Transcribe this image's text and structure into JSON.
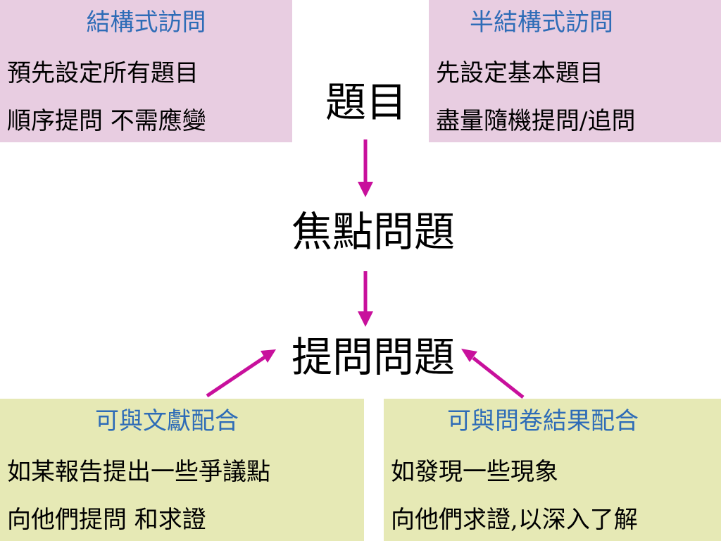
{
  "colors": {
    "pink_box": "#e8cde1",
    "green_box": "#e6e9b5",
    "title_blue": "#2e6cb7",
    "arrow_magenta": "#c8109c"
  },
  "top_left": {
    "title": "結構式訪問",
    "lines": [
      "預先設定所有題目",
      "順序提問 不需應變"
    ]
  },
  "top_right": {
    "title": "半結構式訪問",
    "lines": [
      "先設定基本題目",
      "盡量隨機提問/追問"
    ]
  },
  "center": {
    "topic": "題目",
    "focus": "焦點問題",
    "ask": "提問問題"
  },
  "bottom_left": {
    "title": "可與文獻配合",
    "lines": [
      "如某報告提出一些爭議點",
      "向他們提問 和求證"
    ]
  },
  "bottom_right": {
    "title": "可與問卷結果配合",
    "lines": [
      "如發現一些現象",
      "向他們求證,以深入了解"
    ]
  }
}
